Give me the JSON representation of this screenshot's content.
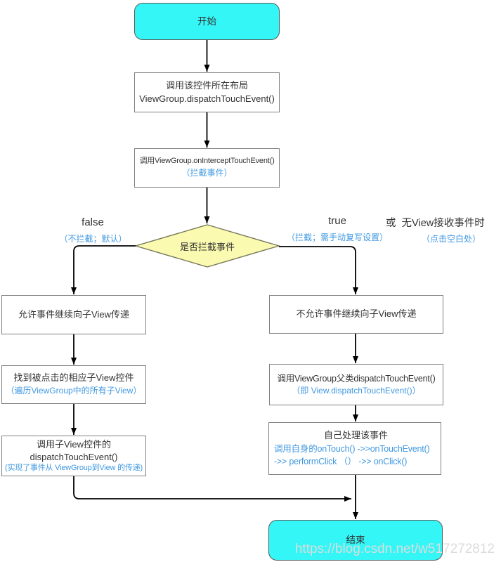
{
  "nodes": {
    "start": {
      "label": "开始"
    },
    "dispatch": {
      "line1": "调用该控件所在布局",
      "line2": "ViewGroup.dispatchTouchEvent()"
    },
    "intercept": {
      "line1": "调用ViewGroup.onInterceptTouchEvent()",
      "line2": "（拦截事件）"
    },
    "decision": {
      "label": "是否拦截事件"
    },
    "left1": {
      "line1": "允许事件继续向子View传递"
    },
    "left2": {
      "line1": "找到被点击的相应子View控件",
      "line2": "（遍历ViewGroup中的所有子View）"
    },
    "left3": {
      "line1": "调用子View控件的",
      "line2": "dispatchTouchEvent()",
      "line3": "(实现了事件从 ViewGroup到View 的传递)"
    },
    "right1": {
      "line1": "不允许事件继续向子View传递"
    },
    "right2": {
      "line1": "调用ViewGroup父类dispatchTouchEvent()",
      "line2": "（即 View.dispatchTouchEvent()）"
    },
    "right3": {
      "line1": "自己处理该事件",
      "line2": "调用自身的onTouch() ->>onTouchEvent()",
      "line3": "->> performClick （）  ->> onClick()"
    },
    "end": {
      "label": "结束"
    }
  },
  "labels": {
    "false_branch": {
      "value": "false",
      "note": "（不拦截；默认）"
    },
    "true_branch": {
      "value": "true",
      "note": "（拦截；需手动复写设置）"
    },
    "or_branch": {
      "value": "或  无View接收事件时",
      "note": "（点击空白处）"
    }
  },
  "watermark": "https://blog.csdn.net/w517272812",
  "colors": {
    "terminal_fill": "#35F6F6",
    "decision_fill": "#FAFAB0",
    "accent_blue": "#4199E1",
    "border_gray": "#808080",
    "text_black": "#333333",
    "watermark_color": "#DCDCDC"
  }
}
